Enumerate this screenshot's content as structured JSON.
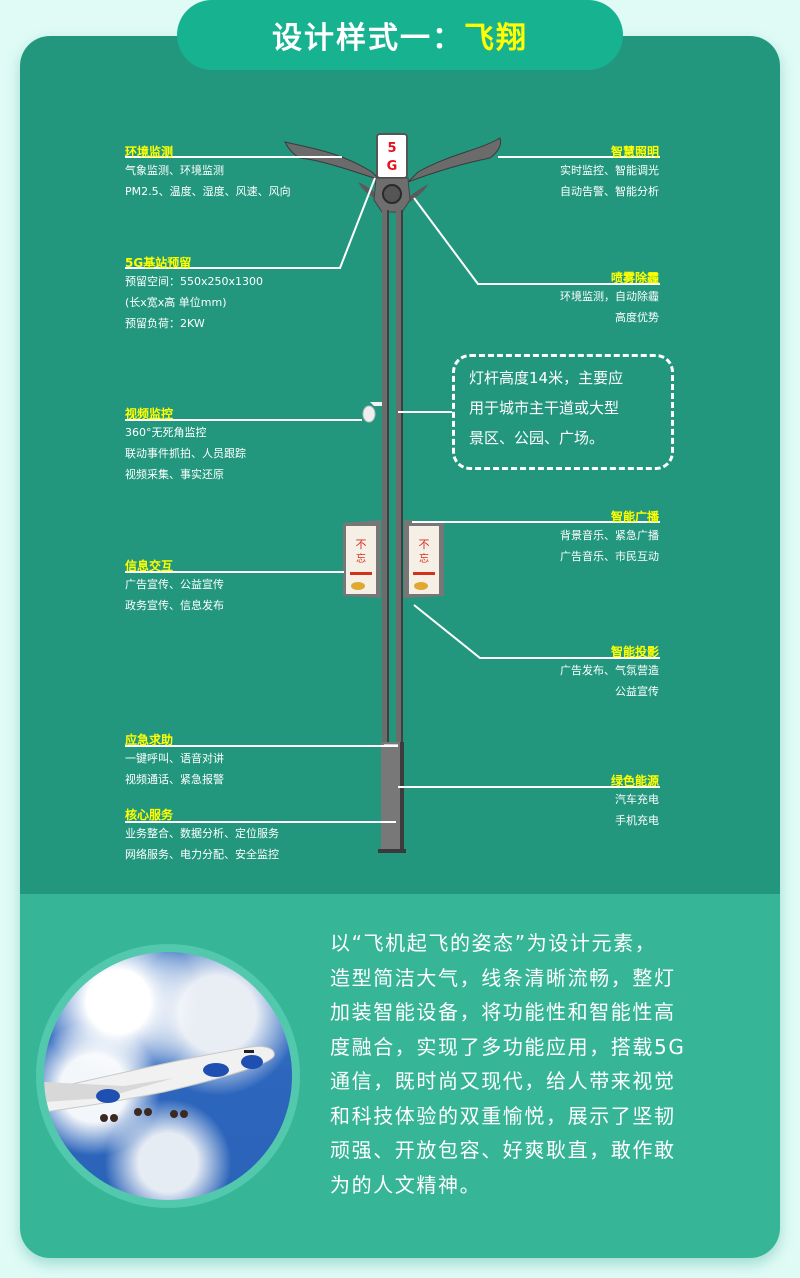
{
  "header": {
    "title_prefix": "设计样式一：",
    "title_highlight": "飞翔"
  },
  "pole": {
    "badge": "5G"
  },
  "features_left": [
    {
      "title": "环境监测",
      "lines": [
        "气象监测、环境监测",
        "PM2.5、温度、湿度、风速、风向"
      ]
    },
    {
      "title": "5G基站预留",
      "lines": [
        "预留空间：550x250x1300",
        "(长x宽x高 单位mm)",
        "预留负荷：2KW"
      ]
    },
    {
      "title": "视频监控",
      "lines": [
        "360°无死角监控",
        "联动事件抓拍、人员跟踪",
        "视频采集、事实还原"
      ]
    },
    {
      "title": "信息交互",
      "lines": [
        "广告宣传、公益宣传",
        "政务宣传、信息发布"
      ]
    },
    {
      "title": "应急求助",
      "lines": [
        "一键呼叫、语音对讲",
        "视频通话、紧急报警"
      ]
    },
    {
      "title": "核心服务",
      "lines": [
        "业务整合、数据分析、定位服务",
        "网络服务、电力分配、安全监控"
      ]
    }
  ],
  "features_right": [
    {
      "title": "智慧照明",
      "lines": [
        "实时监控、智能调光",
        "自动告警、智能分析"
      ]
    },
    {
      "title": "喷雾除霾",
      "lines": [
        "环境监测，自动除霾",
        "高度优势"
      ]
    },
    {
      "title": "智能广播",
      "lines": [
        "背景音乐、紧急广播",
        "广告音乐、市民互动"
      ]
    },
    {
      "title": "智能投影",
      "lines": [
        "广告发布、气氛营造",
        "公益宣传"
      ]
    },
    {
      "title": "绿色能源",
      "lines": [
        "汽车充电",
        "手机充电"
      ]
    }
  ],
  "callout": {
    "lines": [
      "灯杆高度14米，主要应",
      "用于城市主干道或大型",
      "景区、公园、广场。"
    ]
  },
  "description": {
    "lines": [
      "以“飞机起飞的姿态”为设计元素，",
      "造型简洁大气，线条清晰流畅，整灯",
      "加装智能设备，将功能性和智能性高",
      "度融合，实现了多功能应用，搭载5G",
      "通信，既时尚又现代，给人带来视觉",
      "和科技体验的双重愉悦，展示了坚韧",
      "顽强、开放包容、好爽耿直，敢作敢",
      "为的人文精神。"
    ]
  },
  "colors": {
    "page_bg": "#e0fbf6",
    "top_panel": "#22977e",
    "bottom_panel": "#36b597",
    "title_pill": "#17b290",
    "highlight": "#ffff00",
    "badge_red": "#e8101c"
  }
}
